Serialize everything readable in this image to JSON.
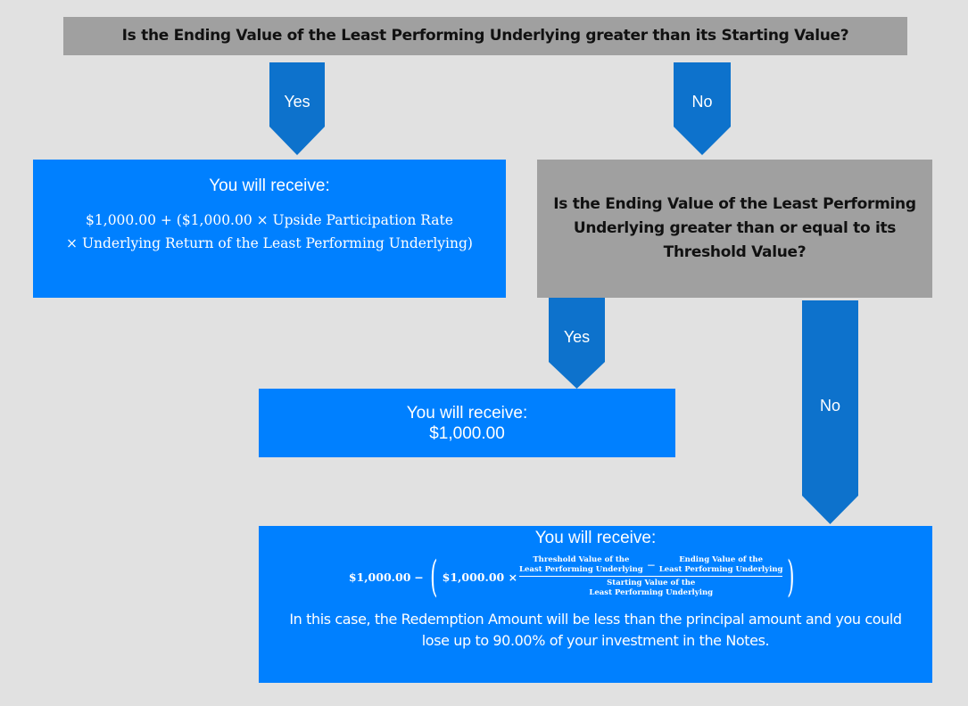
{
  "colors": {
    "background": "#e1e1e1",
    "question_box": "#a0a0a0",
    "outcome_box": "#0080ff",
    "arrow": "#0d72cc"
  },
  "question1": {
    "text": "Is the Ending Value of the Least Performing Underlying greater than its Starting Value?"
  },
  "arrows": {
    "q1_yes": "Yes",
    "q1_no": "No",
    "q2_yes": "Yes",
    "q2_no": "No"
  },
  "outcome_upside": {
    "heading": "You will receive:",
    "formula_line1": "$1,000.00 + ($1,000.00 × Upside Participation Rate",
    "formula_line2": "× Underlying Return of the Least Performing Underlying)"
  },
  "question2": {
    "line1": "Is the Ending Value of the Least Performing",
    "line2": "Underlying greater than or equal to its",
    "line3": "Threshold Value?"
  },
  "outcome_par": {
    "heading": "You will receive:",
    "amount": "$1,000.00"
  },
  "outcome_loss": {
    "heading": "You will receive:",
    "formula": {
      "principal": "$1,000.00",
      "minus": "−",
      "principal_times": "$1,000.00 ×",
      "numerator_term1_line1": "Threshold Value of the",
      "numerator_term1_line2": "Least Performing Underlying",
      "numerator_minus": "−",
      "numerator_term2_line1": "Ending Value of the",
      "numerator_term2_line2": "Least Performing Underlying",
      "denominator_line1": "Starting Value of the",
      "denominator_line2": "Least Performing Underlying",
      "open_paren": "(",
      "close_paren": ")"
    },
    "note_line1": "In this case, the Redemption Amount will be less than the principal amount and you could",
    "note_line2": "lose up to 90.00% of your investment in the Notes."
  }
}
